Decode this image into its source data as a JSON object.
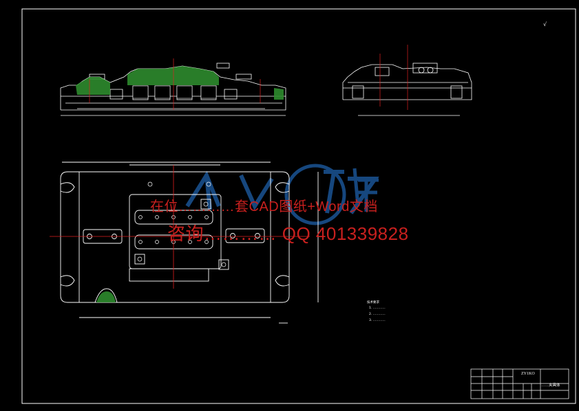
{
  "drawing": {
    "roughness_symbol": "√",
    "watermark_line1": "在位…………套CAD图纸+Word文档",
    "watermark_line2": "咨询………… QQ 401339828",
    "notes": {
      "title": "技术要求",
      "items": [
        "1. …………",
        "2. …………",
        "3. …………"
      ]
    },
    "title_block": {
      "drawing_code": "ZY1KO",
      "drawing_name": "……夹具体"
    },
    "colors": {
      "background": "#000000",
      "outline": "#ffffff",
      "section_hatch": "#2e8b2e",
      "center_line": "#e02020",
      "watermark": "#c8201e",
      "logo": "#1e5fa8"
    }
  }
}
